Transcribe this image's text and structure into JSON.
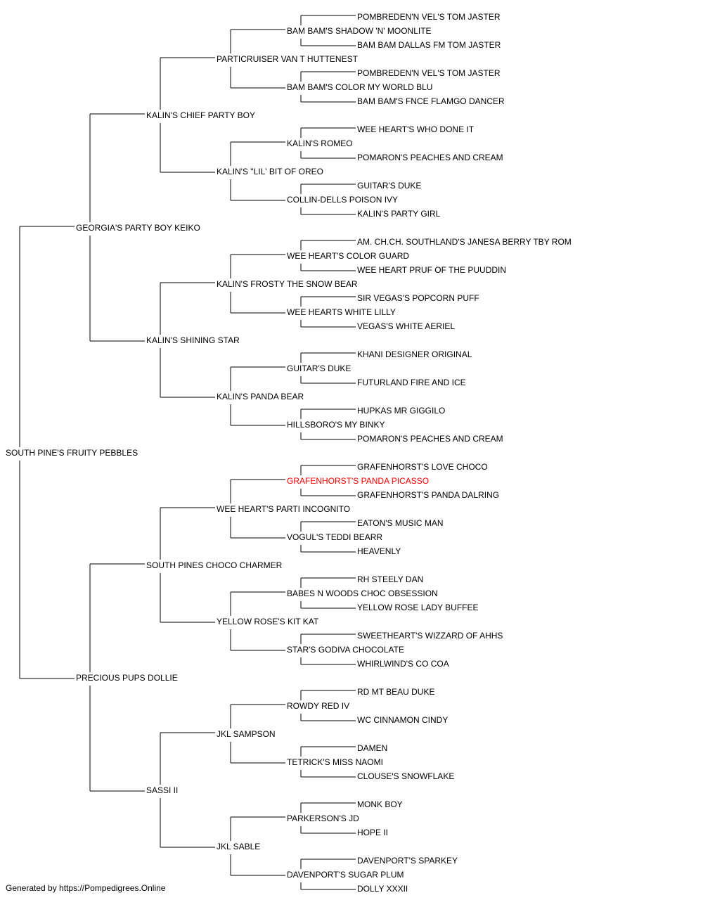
{
  "pedigree": {
    "subject": "SOUTH PINE'S FRUITY PEBBLES",
    "generations": [
      [
        "GEORGIA'S PARTY BOY KEIKO",
        "PRECIOUS PUPS DOLLIE"
      ],
      [
        "KALIN'S CHIEF PARTY BOY",
        "KALIN'S SHINING STAR",
        "SOUTH PINES CHOCO CHARMER",
        "SASSI II"
      ],
      [
        "PARTICRUISER VAN T HUTTENEST",
        "KALIN'S \"LIL' BIT OF OREO",
        "KALIN'S FROSTY THE SNOW BEAR",
        "KALIN'S PANDA BEAR",
        "WEE HEART'S PARTI INCOGNITO",
        "YELLOW ROSE'S KIT KAT",
        "JKL SAMPSON",
        "JKL SABLE"
      ],
      [
        "BAM BAM'S SHADOW 'N' MOONLITE",
        "BAM BAM'S COLOR MY WORLD BLU",
        "KALIN'S ROMEO",
        "COLLIN-DELLS POISON IVY",
        "WEE HEART'S COLOR GUARD",
        "WEE HEARTS WHITE LILLY",
        "GUITAR'S DUKE",
        "HILLSBORO'S MY BINKY",
        "GRAFENHORST'S PANDA PICASSO",
        "VOGUL'S TEDDI BEARR",
        "BABES N WOODS CHOC OBSESSION",
        "STAR'S GODIVA CHOCOLATE",
        "ROWDY RED IV",
        "TETRICK'S MISS NAOMI",
        "PARKERSON'S JD",
        "DAVENPORT'S SUGAR PLUM"
      ],
      [
        "POMBREDEN'N VEL'S TOM JASTER",
        "BAM BAM DALLAS FM TOM JASTER",
        "POMBREDEN'N VEL'S TOM JASTER",
        "BAM BAM'S FNCE FLAMGO DANCER",
        "WEE HEART'S WHO DONE IT",
        "POMARON'S PEACHES AND CREAM",
        "GUITAR'S DUKE",
        "KALIN'S PARTY GIRL",
        "AM. CH.CH. SOUTHLAND'S JANESA BERRY TBY ROM",
        "WEE HEART PRUF OF THE PUUDDIN",
        "SIR VEGAS'S POPCORN PUFF",
        "VEGAS'S WHITE AERIEL",
        "KHANI DESIGNER ORIGINAL",
        "FUTURLAND FIRE AND ICE",
        "HUPKAS MR GIGGILO",
        "POMARON'S PEACHES AND CREAM",
        "GRAFENHORST'S LOVE CHOCO",
        "GRAFENHORST'S PANDA DALRING",
        "EATON'S MUSIC MAN",
        "HEAVENLY",
        "RH STEELY DAN",
        "YELLOW ROSE LADY BUFFEE",
        "SWEETHEART'S WIZZARD OF AHHS",
        "WHIRLWIND'S CO COA",
        "RD MT BEAU DUKE",
        "WC CINNAMON CINDY",
        "DAMEN",
        "CLOUSE'S SNOWFLAKE",
        "MONK BOY",
        "HOPE II",
        "DAVENPORT'S SPARKEY",
        "DOLLY XXXII"
      ]
    ],
    "highlight": {
      "generation": 4,
      "index": 8,
      "color": "#ff0000"
    },
    "line_color": "#000000",
    "text_color": "#000000"
  },
  "footer": {
    "text": "Generated by https://Pompedigrees.Online"
  }
}
